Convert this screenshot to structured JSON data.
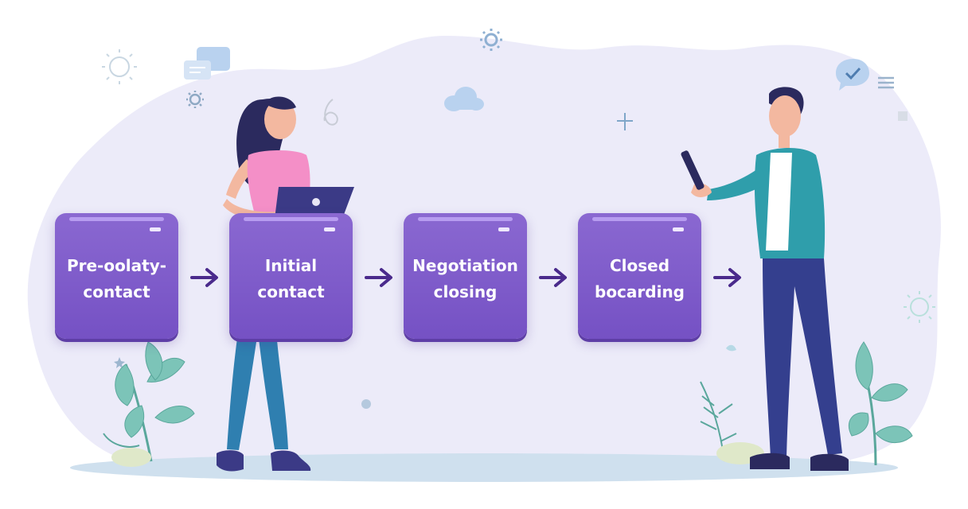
{
  "steps": [
    {
      "label": "Pre-oolaty-\ncontact"
    },
    {
      "label": "Initial\ncontact"
    },
    {
      "label": "Negotiation\nclosing"
    },
    {
      "label": "Closed\nbocarding"
    }
  ],
  "colors": {
    "box": "#7b55c8",
    "arrow": "#4a2a8c",
    "blob": "#ecebf9",
    "leaf": "#6dbdb4"
  }
}
